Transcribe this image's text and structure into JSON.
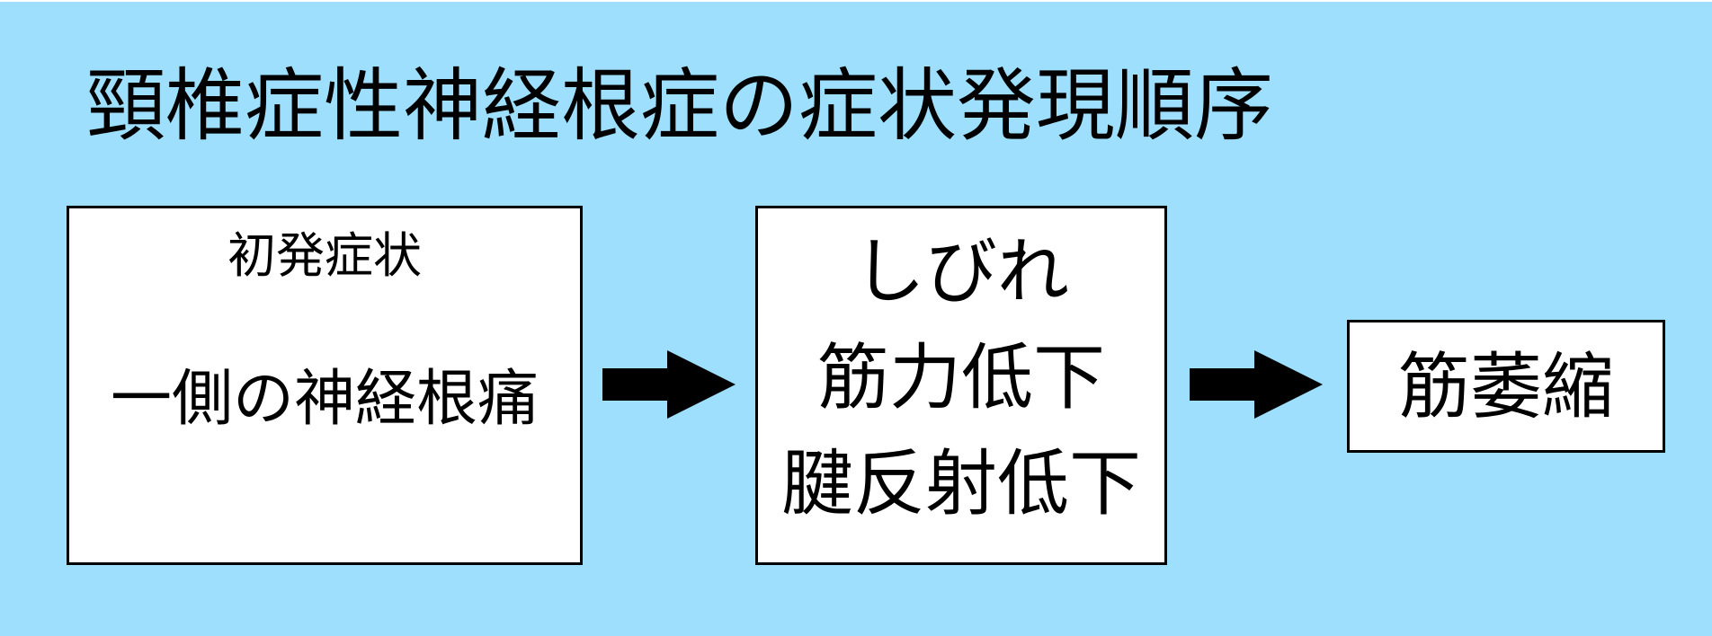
{
  "title": "頸椎症性神経根症の症状発現順序",
  "colors": {
    "background": "#9ddffd",
    "box_fill": "#ffffff",
    "box_border": "#000000",
    "arrow": "#000000"
  },
  "steps": [
    {
      "caption": "初発症状",
      "label": "一側の神経根痛"
    },
    {
      "lines": [
        "しびれ",
        "筋力低下",
        "腱反射低下"
      ]
    },
    {
      "label": "筋萎縮"
    }
  ],
  "arrows": [
    {
      "icon": "right-arrow-icon"
    },
    {
      "icon": "right-arrow-icon"
    }
  ]
}
